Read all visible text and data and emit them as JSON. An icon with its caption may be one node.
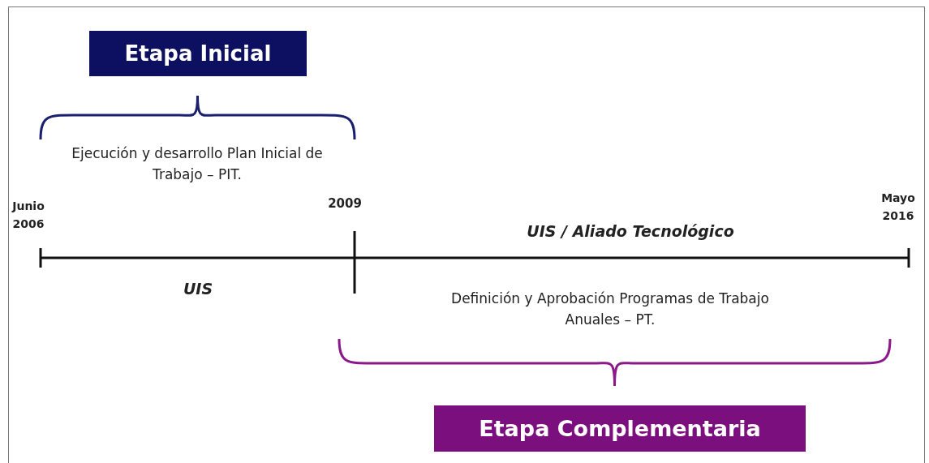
{
  "diagram": {
    "nodes": [
      {
        "text": [
          "Etapa Inicial"
        ]
      },
      {
        "text": [
          "Etapa Complementaria"
        ]
      }
    ],
    "labels": [
      "Ejecución y desarrollo Plan Inicial de Trabajo – PIT.",
      "Junio 2006",
      "2009",
      "Mayo 2016",
      "UIS / Aliado Tecnológico",
      "UIS",
      "Definición y Aprobación Programas de Trabajo Anuales – PT."
    ]
  }
}
